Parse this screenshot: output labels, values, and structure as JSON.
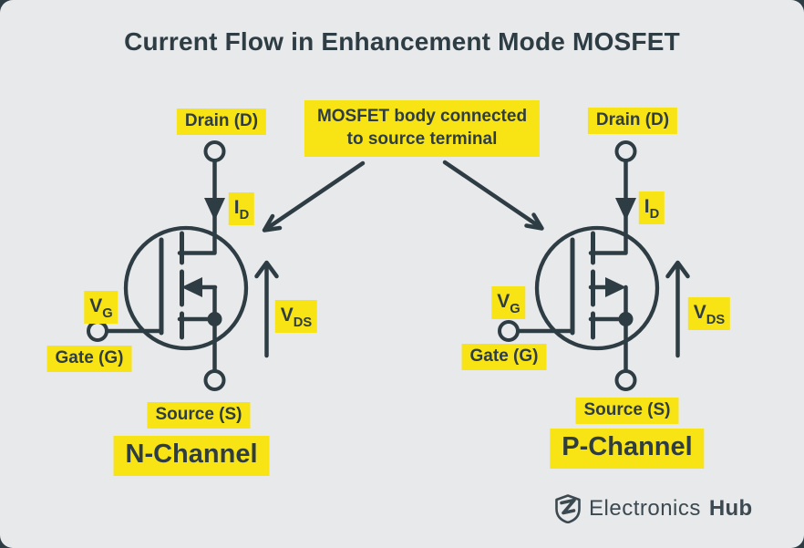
{
  "theme": {
    "canvas_bg": "#e8e9eb",
    "ink": "#2e3c44",
    "highlight": "#f8e414",
    "logo_ink": "#3c4951"
  },
  "title": "Current Flow in Enhancement Mode MOSFET",
  "callout": {
    "line1": "MOSFET body connected",
    "line2": "to source terminal"
  },
  "n_channel": {
    "drain_label": "Drain (D)",
    "gate_label": "Gate (G)",
    "source_label": "Source (S)",
    "channel_label": "N-Channel",
    "drain_current": {
      "base": "I",
      "sub": "D"
    },
    "gate_voltage": {
      "base": "V",
      "sub": "G"
    },
    "drain_source_voltage": {
      "base": "V",
      "sub": "DS"
    }
  },
  "p_channel": {
    "drain_label": "Drain (D)",
    "gate_label": "Gate (G)",
    "source_label": "Source (S)",
    "channel_label": "P-Channel",
    "drain_current": {
      "base": "I",
      "sub": "D"
    },
    "gate_voltage": {
      "base": "V",
      "sub": "G"
    },
    "drain_source_voltage": {
      "base": "V",
      "sub": "DS"
    }
  },
  "logo": {
    "brand": "Electronics",
    "brand_bold": "Hub",
    "icon": "shield-bolt-icon"
  }
}
